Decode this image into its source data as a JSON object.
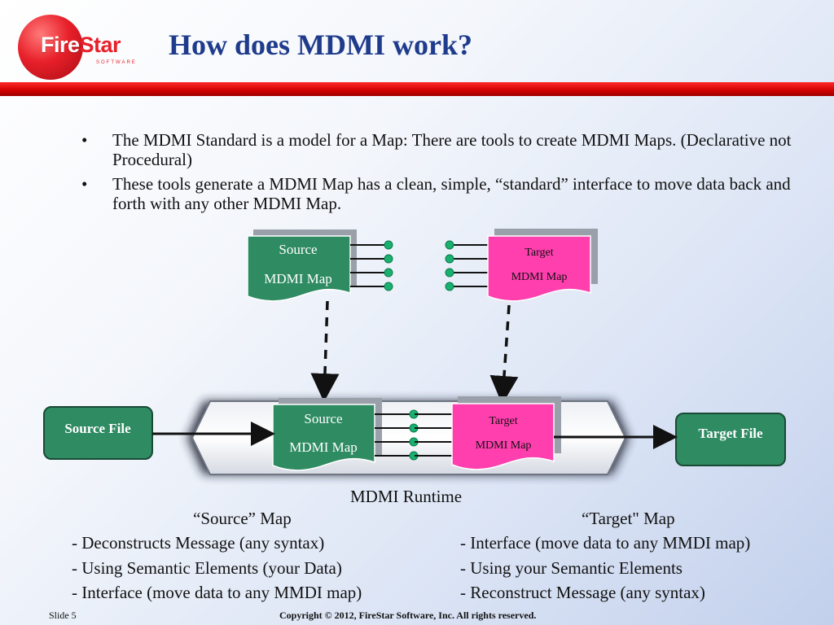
{
  "logo": {
    "fire": "Fire",
    "star": "Star",
    "sub": "SOFTWARE"
  },
  "slide_title": "How does MDMI work?",
  "bullets": [
    "The MDMI Standard is a model for a Map: There are tools to create MDMI Maps. (Declarative not Procedural)",
    "These tools generate a MDMI Map has a clean, simple, “standard” interface to move data back and forth with any other MDMI Map."
  ],
  "diagram": {
    "top_source": {
      "line1": "Source",
      "line2": "MDMI Map"
    },
    "top_target": {
      "line1": "Target",
      "line2": "MDMI Map"
    },
    "runtime_source": {
      "line1": "Source",
      "line2": "MDMI Map"
    },
    "runtime_target": {
      "line1": "Target",
      "line2": "MDMI Map"
    },
    "source_file": "Source File",
    "target_file": "Target  File",
    "runtime_label": "MDMI Runtime"
  },
  "source_map": {
    "heading": "“Source” Map",
    "items": [
      "- Deconstructs Message (any syntax)",
      "- Using Semantic Elements (your Data)",
      "- Interface (move data to any MMDI map)"
    ]
  },
  "target_map": {
    "heading": "“Target\" Map",
    "items": [
      "- Interface (move data to any MMDI map)",
      "- Using your Semantic Elements",
      "- Reconstruct Message (any syntax)"
    ]
  },
  "footer": {
    "slide": "Slide 5",
    "copyright": "Copyright © 2012, FireStar Software, Inc. All rights reserved."
  },
  "colors": {
    "title": "#1f3b8c",
    "accent_red": "#d00000",
    "source_green": "#2e8b62",
    "target_magenta": "#ff3fae",
    "connector_dot": "#19b070"
  }
}
